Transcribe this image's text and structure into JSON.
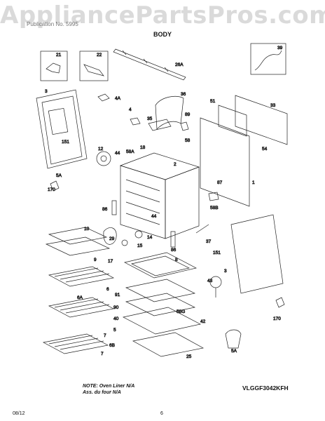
{
  "watermark": "AppliancePartsPros.com",
  "header_text": "Publication No. 5995",
  "section_title": "BODY",
  "callouts": [
    "21",
    "22",
    "26A",
    "39",
    "3",
    "4A",
    "36",
    "35",
    "4",
    "89",
    "51",
    "33",
    "58",
    "54",
    "12",
    "44",
    "18",
    "58A",
    "2",
    "151",
    "5A",
    "170",
    "87",
    "1",
    "86",
    "58B",
    "10",
    "29",
    "14",
    "15",
    "9",
    "17",
    "86",
    "37",
    "151",
    "8",
    "43",
    "3",
    "6",
    "6A",
    "91",
    "90",
    "58G",
    "40",
    "42",
    "5",
    "7",
    "6B",
    "25",
    "5A",
    "170",
    "44",
    "7"
  ],
  "note_lines": [
    "NOTE: Oven Liner N/A",
    "Ass. du four N/A"
  ],
  "model_code": "VLGGF3042KFH",
  "footer": {
    "date": "08/12",
    "page": "6"
  }
}
